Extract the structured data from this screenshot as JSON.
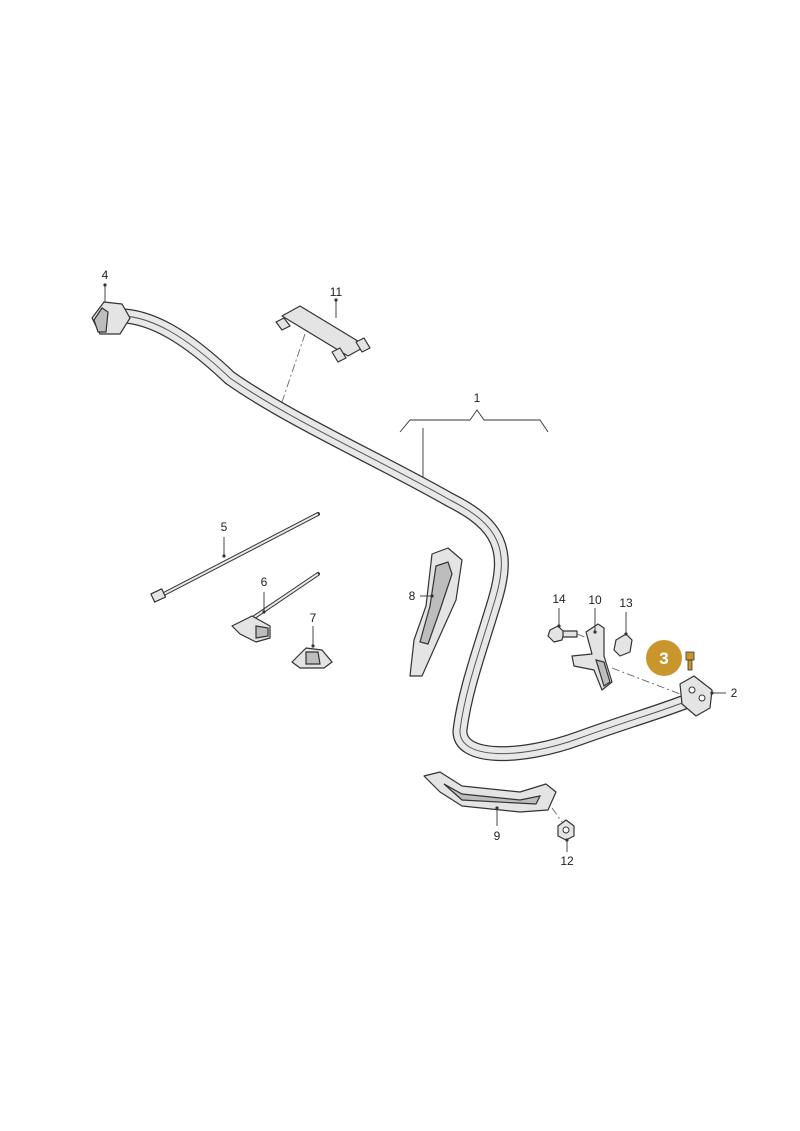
{
  "callouts": {
    "c1": "1",
    "c2": "2",
    "c3": "3",
    "c4": "4",
    "c5": "5",
    "c6": "6",
    "c7": "7",
    "c8": "8",
    "c9": "9",
    "c10": "10",
    "c11": "11",
    "c12": "12",
    "c13": "13",
    "c14": "14"
  },
  "colors": {
    "highlight_badge": "#c9962e",
    "line": "#333333",
    "part_fill": "#e4e4e4"
  }
}
